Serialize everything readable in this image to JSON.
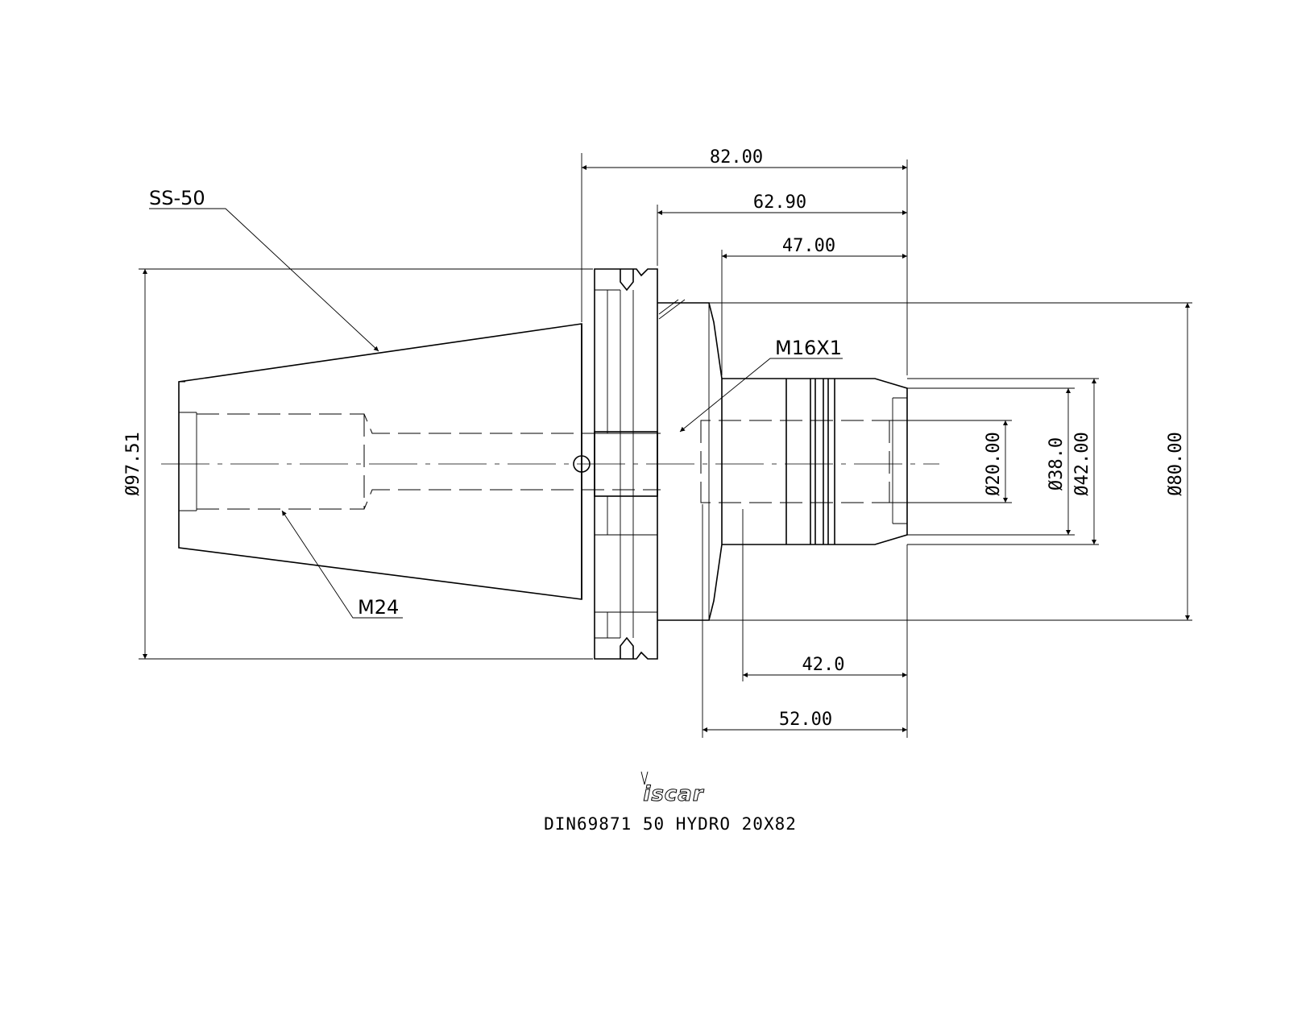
{
  "drawing": {
    "dimensions": {
      "overall_length": "82.00",
      "length_from_flange": "62.90",
      "length_47": "47.00",
      "length_42": "42.0",
      "length_52": "52.00",
      "dia_flange": "Ø97.51",
      "dia_body": "Ø80.00",
      "dia_clamp": "Ø20.00",
      "dia_38": "Ø38.0",
      "dia_42": "Ø42.00"
    },
    "labels": {
      "taper": "SS-50",
      "thread_front": "M16X1",
      "thread_rear": "M24"
    },
    "logo": "iscar",
    "title": "DIN69871 50 HYDRO 20X82"
  }
}
